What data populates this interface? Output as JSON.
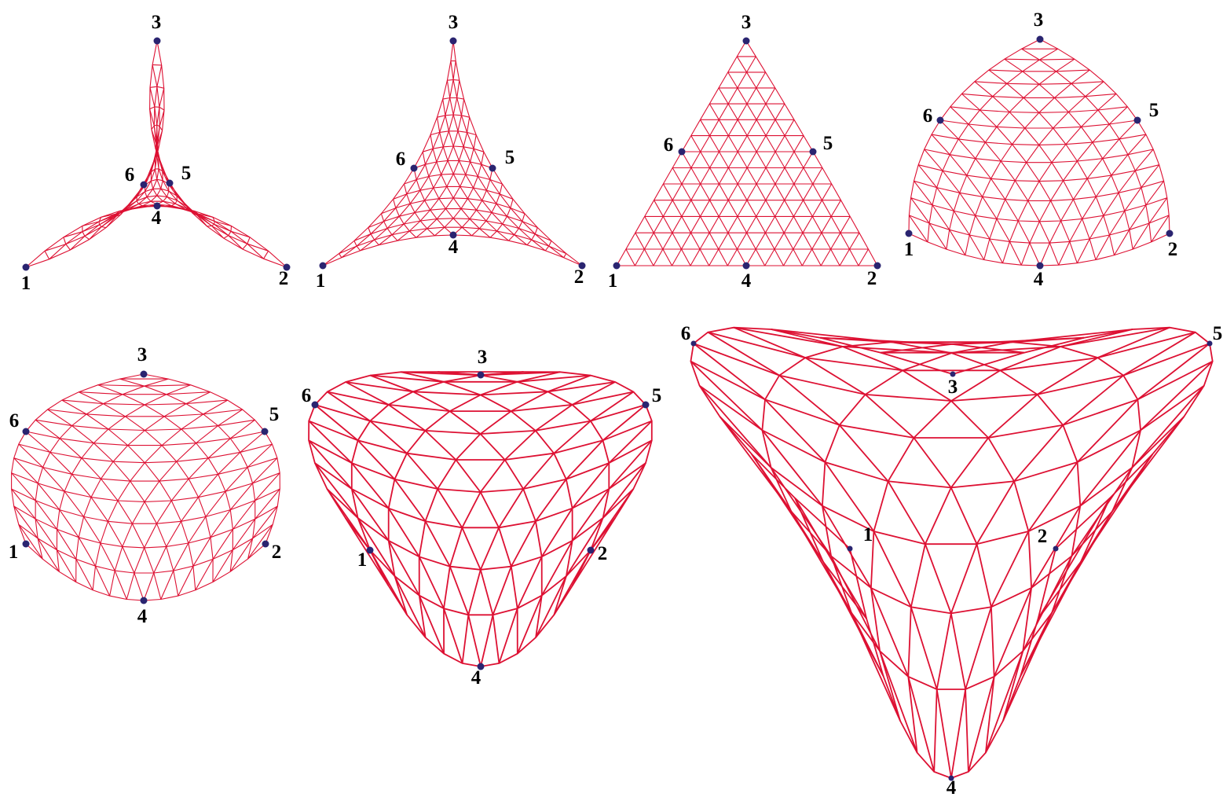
{
  "colors": {
    "background": "#ffffff",
    "mesh": "#dd1133",
    "control_point": "#2a2470",
    "label": "#000000"
  },
  "mesh_subdivisions": [
    14,
    14,
    14,
    14,
    14,
    12,
    12
  ],
  "panels": [
    {
      "labels": [
        "1",
        "2",
        "3",
        "4",
        "5",
        "6"
      ]
    },
    {
      "labels": [
        "1",
        "2",
        "3",
        "4",
        "5",
        "6"
      ]
    },
    {
      "labels": [
        "1",
        "2",
        "3",
        "4",
        "5",
        "6"
      ]
    },
    {
      "labels": [
        "1",
        "2",
        "3",
        "4",
        "5",
        "6"
      ]
    },
    {
      "labels": [
        "1",
        "2",
        "3",
        "4",
        "5",
        "6"
      ]
    },
    {
      "labels": [
        "1",
        "2",
        "3",
        "4",
        "5",
        "6"
      ]
    },
    {
      "labels": [
        "1",
        "2",
        "3",
        "4",
        "5",
        "6"
      ]
    }
  ]
}
